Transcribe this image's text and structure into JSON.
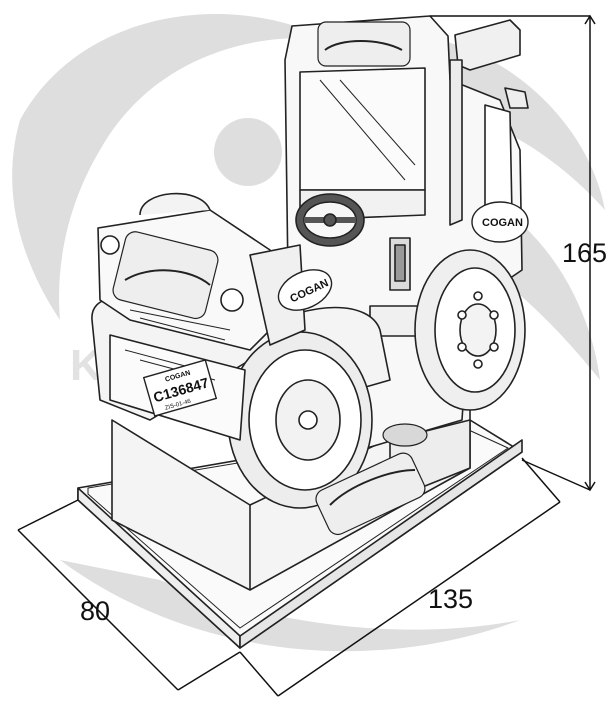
{
  "dimensions": {
    "height": "165",
    "width": "135",
    "depth": "80"
  },
  "plate": {
    "brand": "COGAN",
    "number": "C136847",
    "small_line": "ZIS-01-46"
  },
  "logo_text": {
    "cogan_front": "COGAN",
    "cogan_side": "COGAN",
    "watermark": "KIDDIE RIDES"
  },
  "colors": {
    "line": "#222222",
    "watermark": "#d9d9d9",
    "machine_fill": "#f7f7f7",
    "tire_fill": "#ededed",
    "wheel_fill": "#ffffff"
  }
}
